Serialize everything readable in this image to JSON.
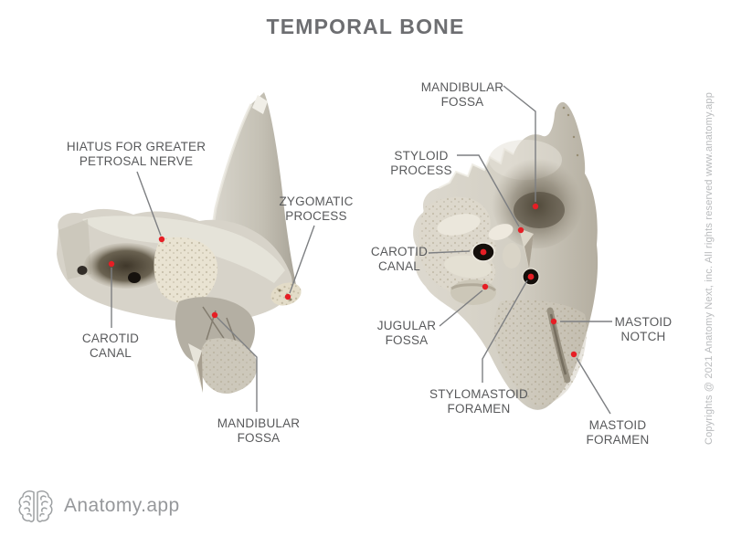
{
  "title": "TEMPORAL BONE",
  "annotations": {
    "hiatus_petrosal": {
      "line1": "HIATUS FOR GREATER",
      "line2": "PETROSAL NERVE"
    },
    "zygomatic_process": {
      "line1": "ZYGOMATIC",
      "line2": "PROCESS"
    },
    "carotid_canal_left": {
      "line1": "CAROTID",
      "line2": "CANAL"
    },
    "mandibular_fossa_left": {
      "line1": "MANDIBULAR",
      "line2": "FOSSA"
    },
    "mandibular_fossa_right": {
      "line1": "MANDIBULAR",
      "line2": "FOSSA"
    },
    "styloid_process": {
      "line1": "STYLOID",
      "line2": "PROCESS"
    },
    "carotid_canal_right": {
      "line1": "CAROTID",
      "line2": "CANAL"
    },
    "jugular_fossa": {
      "line1": "JUGULAR",
      "line2": "FOSSA"
    },
    "mastoid_notch": {
      "line1": "MASTOID",
      "line2": "NOTCH"
    },
    "stylomastoid_foramen": {
      "line1": "STYLOMASTOID",
      "line2": "FORAMEN"
    },
    "mastoid_foramen": {
      "line1": "MASTOID",
      "line2": "FORAMEN"
    }
  },
  "footer": {
    "logo_text": "Anatomy.app"
  },
  "copyright_vertical": "Copyrights @ 2021 Anatomy Next, inc. All rights reserved www.anatomy.app",
  "colors": {
    "marker_red": "#e61e25",
    "title_gray": "#6d6e71",
    "label_gray": "#58595b",
    "leader_line_gray": "#7d7f82",
    "copyright_gray": "#b9bbbd",
    "logo_gray": "#96989b",
    "bone_light": "#e9e5da",
    "bone_mid": "#d7d3c9",
    "bone_shadow": "#a49d8f"
  }
}
